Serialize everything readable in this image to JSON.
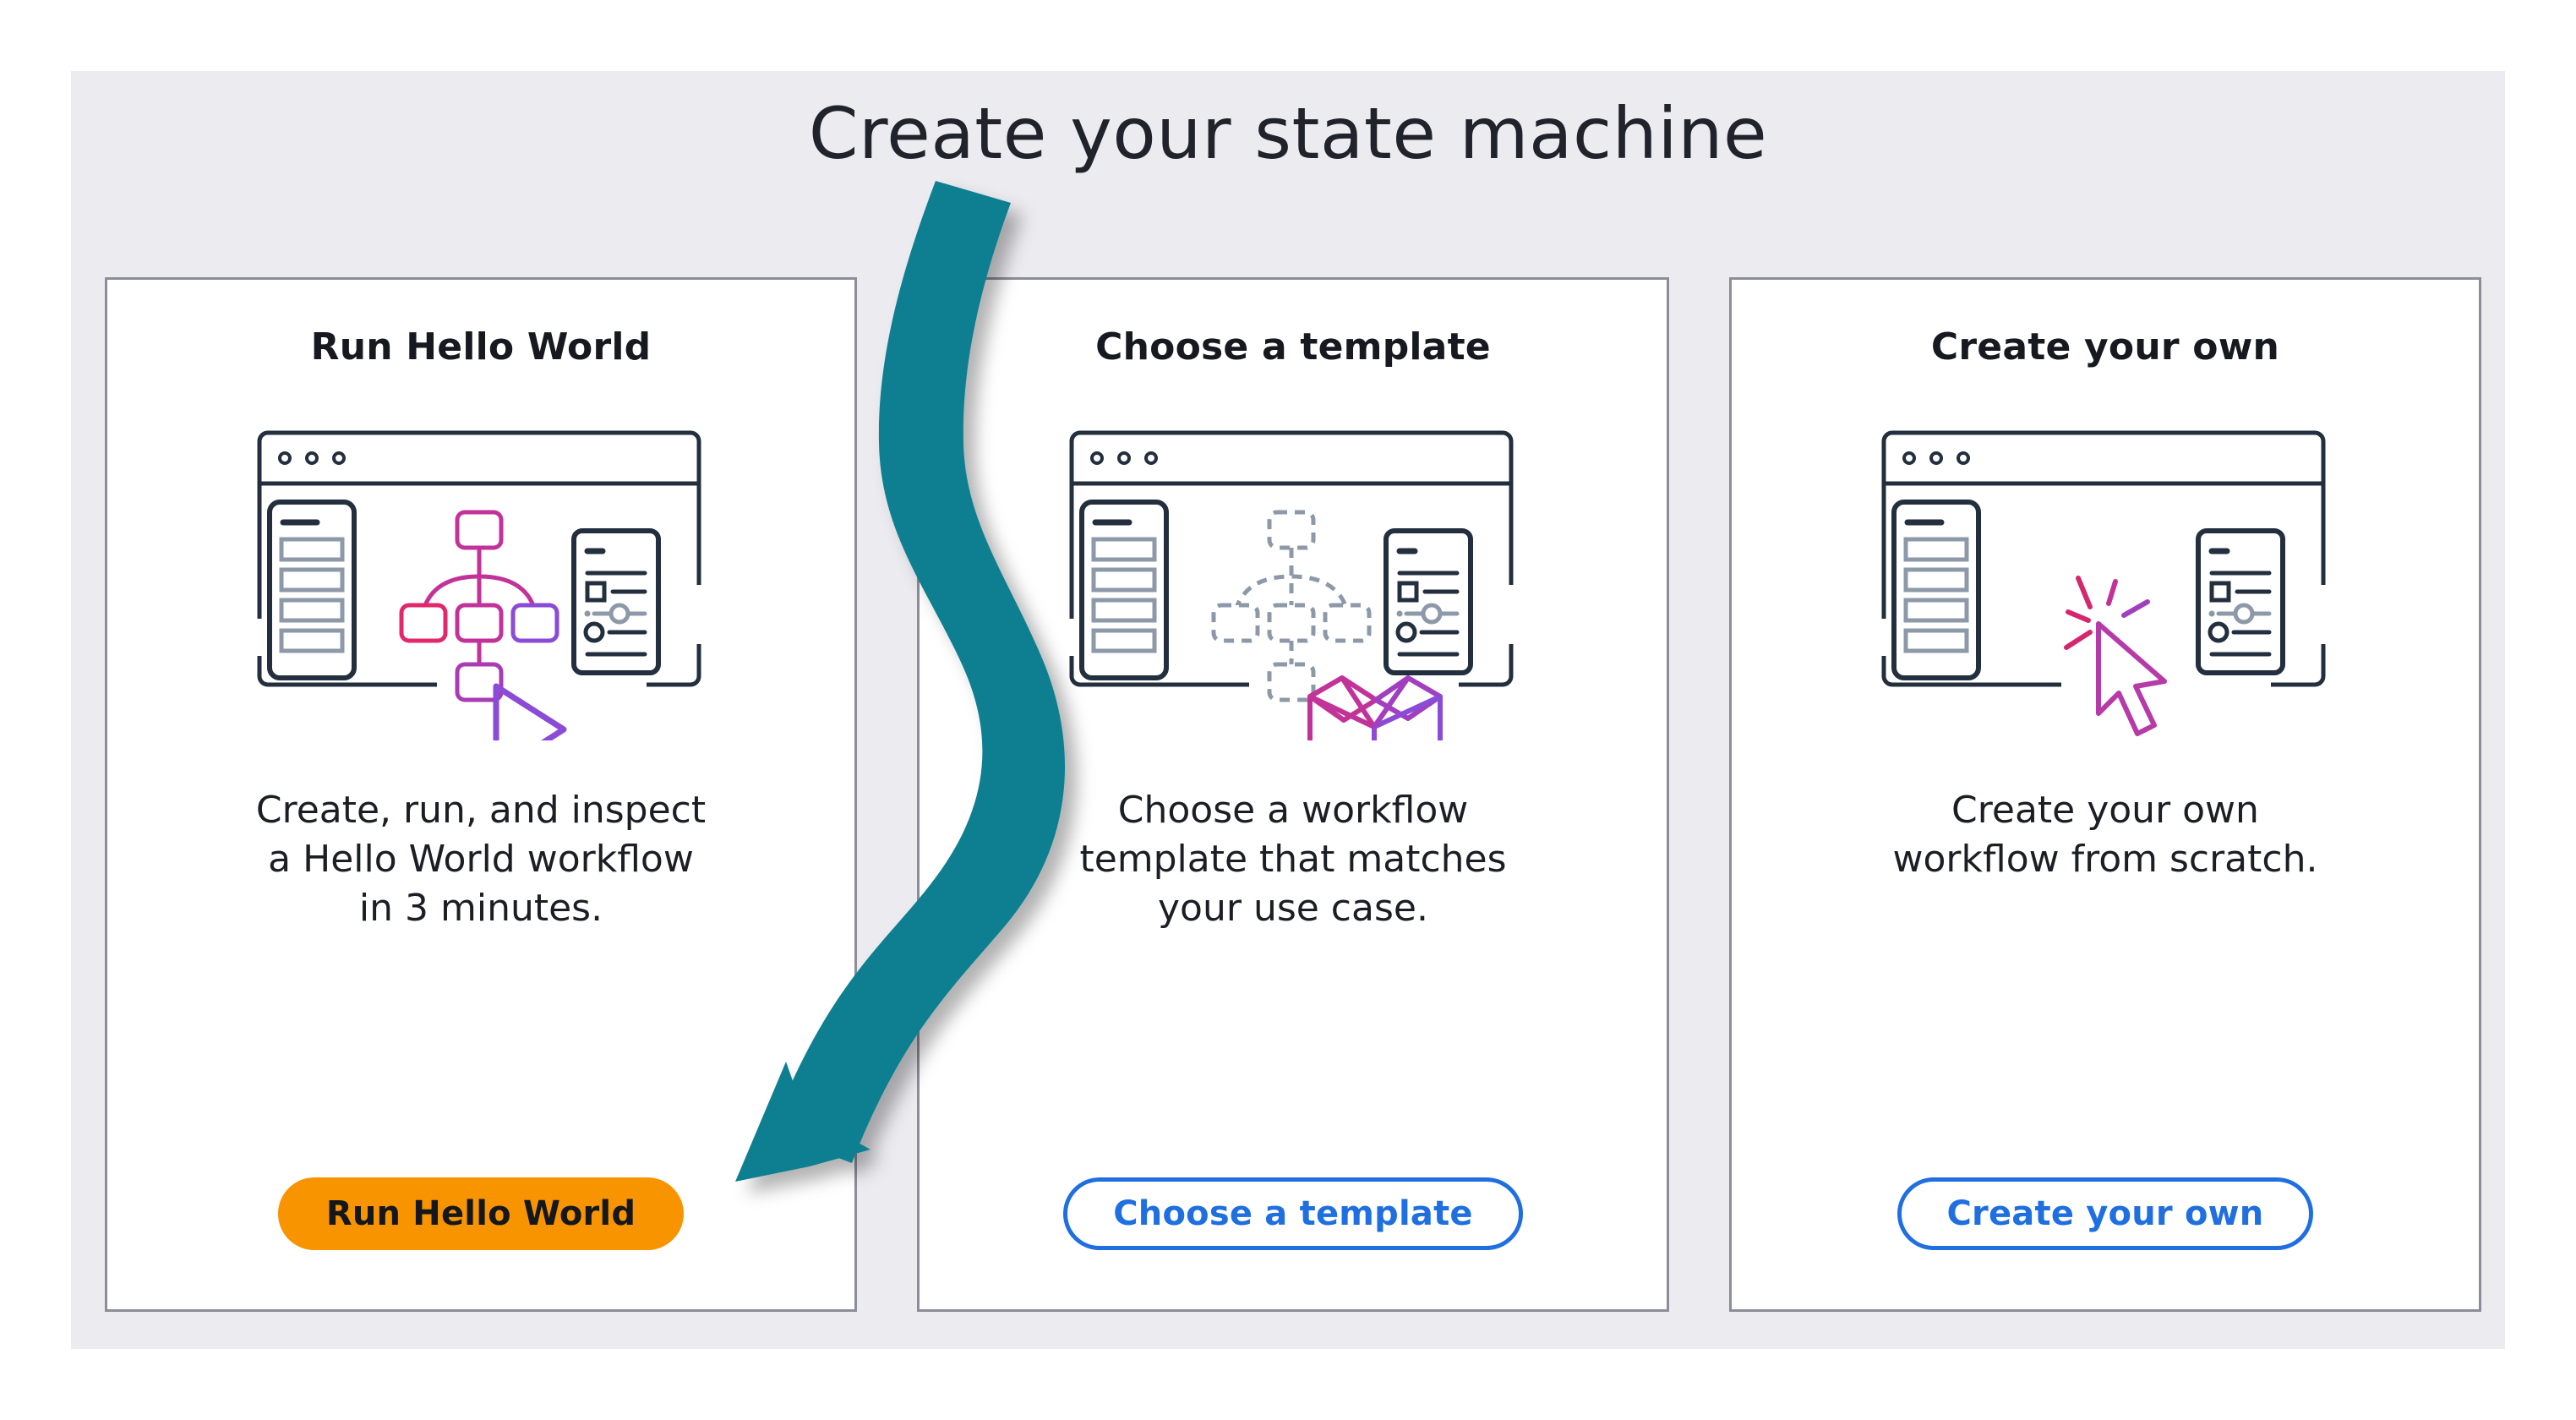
{
  "page": {
    "title": "Create your state machine",
    "background_color": "#ffffff",
    "panel_color": "#ecebf0"
  },
  "colors": {
    "primary_button_bg": "#f79400",
    "primary_button_text": "#14171c",
    "outline_button_border": "#1f6fe0",
    "outline_button_text": "#1f6fe0",
    "card_border": "#8d8d99",
    "annotation_arrow": "#0e7f91",
    "illustration_dark": "#232f3e",
    "illustration_gray": "#8d99a8",
    "node_pink": "#e0286a",
    "node_magenta": "#c2339a",
    "node_purple": "#8a4bd6",
    "play_purple": "#8a4bd6"
  },
  "cards": [
    {
      "id": "run-hello-world",
      "title": "Run Hello World",
      "description": "Create, run, and inspect\na Hello World workflow\nin 3 minutes.",
      "button_label": "Run Hello World",
      "button_style": "primary",
      "illustration": "workflow-diagram-with-play-icon"
    },
    {
      "id": "choose-a-template",
      "title": "Choose a template",
      "description": "Choose a workflow\ntemplate that matches\nyour use case.",
      "button_label": "Choose a template",
      "button_style": "outline",
      "illustration": "dashed-workflow-with-open-box-icon"
    },
    {
      "id": "create-your-own",
      "title": "Create your own",
      "description": "Create your own\nworkflow from scratch.",
      "button_label": "Create your own",
      "button_style": "outline",
      "illustration": "empty-canvas-with-click-cursor-icon"
    }
  ],
  "annotation": {
    "type": "curved-arrow",
    "color": "#0e7f91",
    "points_to": "Run Hello World"
  }
}
